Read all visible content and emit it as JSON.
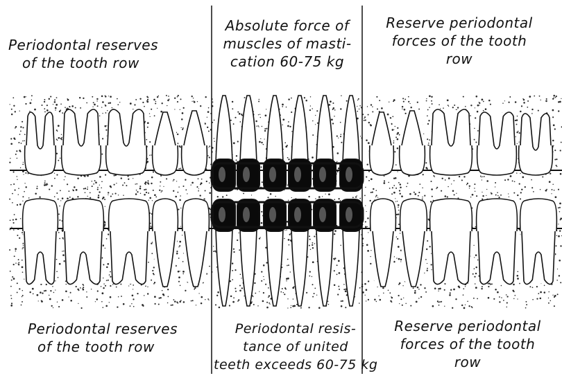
{
  "top": {
    "left": [
      "Periodontal reserves",
      "of the tooth row"
    ],
    "middle": [
      "Absolute force of",
      "muscles of masti-",
      "cation 60-75 kg"
    ],
    "right": [
      "Reserve periodontal",
      "forces of the tooth",
      "row"
    ]
  },
  "bottom": {
    "left": [
      "Periodontal reserves",
      "of the tooth row"
    ],
    "middle": [
      "Periodontal resis-",
      "tance of united",
      "teeth exceeds 60-75 kg"
    ],
    "right": [
      "Reserve periodontal",
      "forces of the tooth",
      "row"
    ]
  },
  "colors": {
    "ink": "#111111",
    "bone_speckle": "#2a2a2a",
    "splinted_crown": "#0a0a0a"
  }
}
